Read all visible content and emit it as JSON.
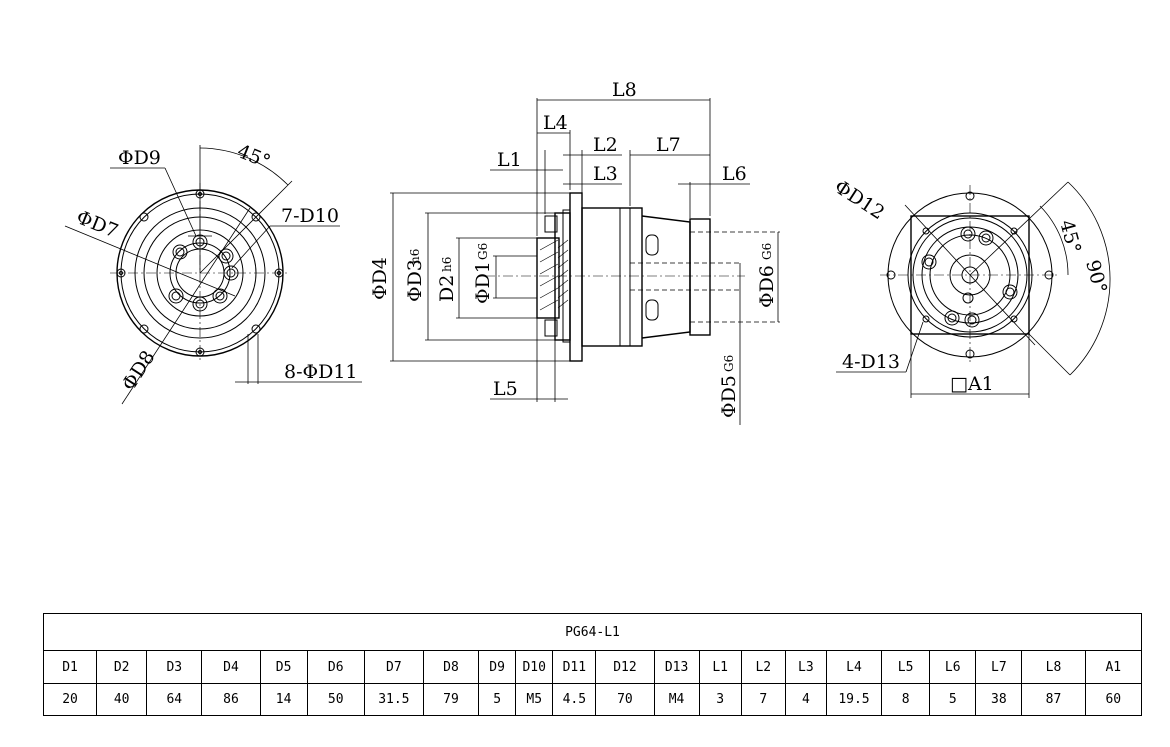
{
  "drawing": {
    "labels": {
      "d9": "ΦD9",
      "angle45_left": "45°",
      "d7": "ΦD7",
      "d10": "7-D10",
      "d8": "ΦD8",
      "d11": "8-ΦD11",
      "l8": "L8",
      "l4": "L4",
      "l1": "L1",
      "l2": "L2",
      "l3": "L3",
      "l7": "L7",
      "l6": "L6",
      "d4": "ΦD4",
      "d3": "ΦD3",
      "d3_tol": "h6",
      "d2": "D2",
      "d2_tol": "h6",
      "d1": "ΦD1",
      "d1_tol": "G6",
      "d6": "ΦD6",
      "d6_tol": "G6",
      "d5": "ΦD5",
      "d5_tol": "G6",
      "l5": "L5",
      "d12": "ΦD12",
      "angle45_right": "45°",
      "angle90": "90°",
      "d13": "4-D13",
      "a1": "□A1"
    }
  },
  "table": {
    "title": "PG64-L1",
    "headers": [
      "D1",
      "D2",
      "D3",
      "D4",
      "D5",
      "D6",
      "D7",
      "D8",
      "D9",
      "D10",
      "D11",
      "D12",
      "D13",
      "L1",
      "L2",
      "L3",
      "L4",
      "L5",
      "L6",
      "L7",
      "L8",
      "A1"
    ],
    "values": [
      "20",
      "40",
      "64",
      "86",
      "14",
      "50",
      "31.5",
      "79",
      "5",
      "M5",
      "4.5",
      "70",
      "M4",
      "3",
      "7",
      "4",
      "19.5",
      "8",
      "5",
      "38",
      "87",
      "60"
    ]
  }
}
